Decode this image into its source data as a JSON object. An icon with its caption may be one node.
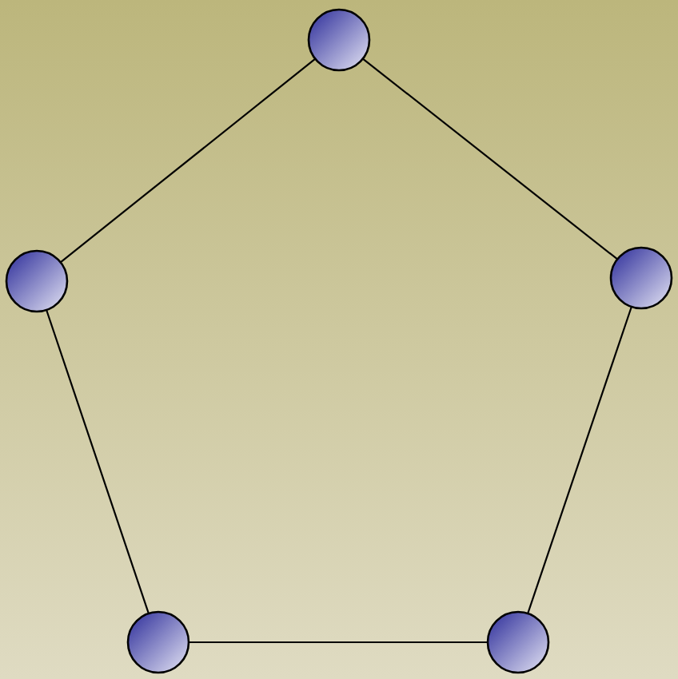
{
  "diagram": {
    "nodes": [
      {
        "text": [],
        "shape": "circle"
      },
      {
        "text": [],
        "shape": "circle"
      },
      {
        "text": [],
        "shape": "circle"
      },
      {
        "text": [],
        "shape": "circle"
      },
      {
        "text": [],
        "shape": "circle"
      }
    ],
    "edges": [
      {
        "from": 0,
        "to": 1,
        "arrow": "none"
      },
      {
        "from": 0,
        "to": 2,
        "arrow": "none"
      },
      {
        "from": 1,
        "to": 3,
        "arrow": "none"
      },
      {
        "from": 2,
        "to": 4,
        "arrow": "none"
      },
      {
        "from": 3,
        "to": 4,
        "arrow": "none"
      }
    ]
  }
}
